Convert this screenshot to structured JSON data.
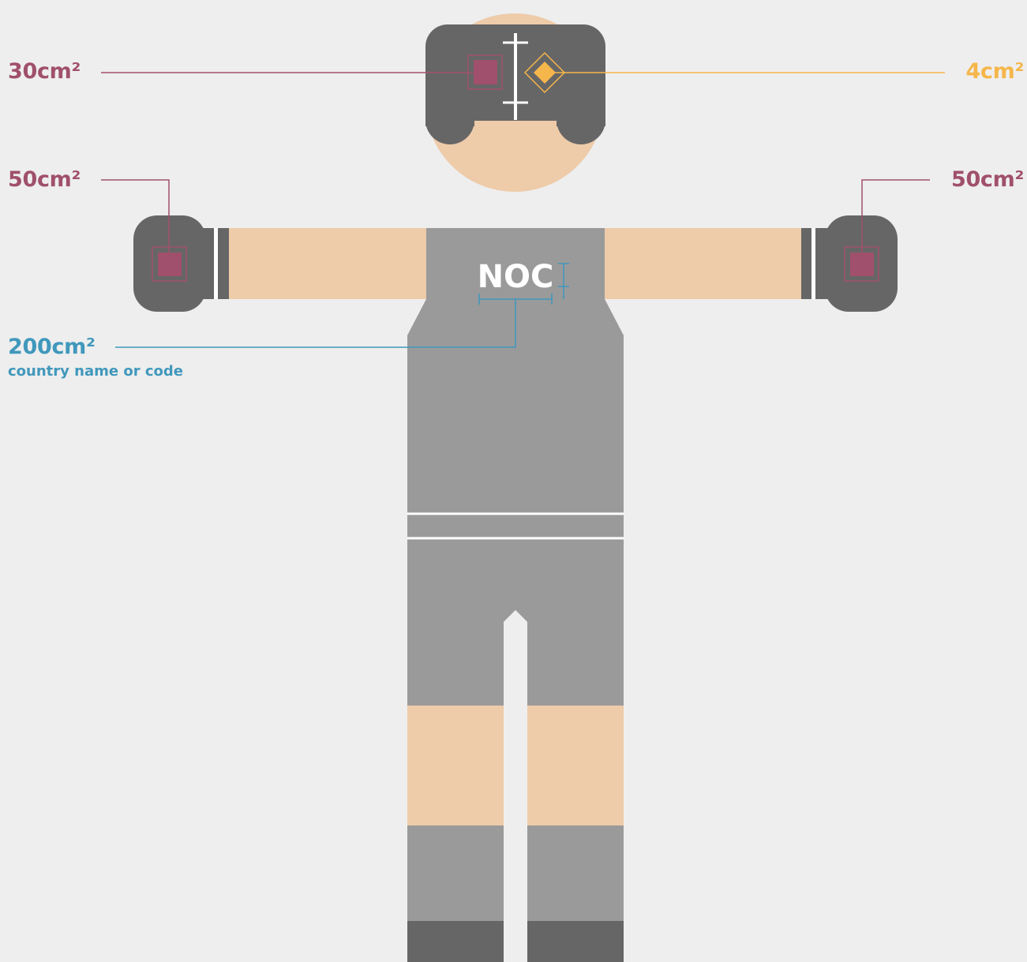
{
  "colors": {
    "background": "#eeeeee",
    "skin": "#eecba9",
    "headgear": "#666666",
    "uniform": "#9a9a9a",
    "shoes": "#666666",
    "stripe": "#ffffff",
    "logo_marker": "#a0506c",
    "sponsor_marker": "#f5b64b",
    "country_marker": "#4098bc"
  },
  "labels": {
    "headgear_logo": "30cm²",
    "sponsor_logo": "4cm²",
    "glove_left_logo": "50cm²",
    "glove_right_logo": "50cm²",
    "country_area": "200cm²",
    "country_area_sub": "country name or code"
  },
  "uniform": {
    "chest_text": "NOC"
  },
  "icons": {
    "headgear": "headgear-icon",
    "glove": "boxing-glove-icon",
    "logo_square": "logo-area-icon",
    "sponsor_diamond": "sponsor-diamond-icon"
  }
}
